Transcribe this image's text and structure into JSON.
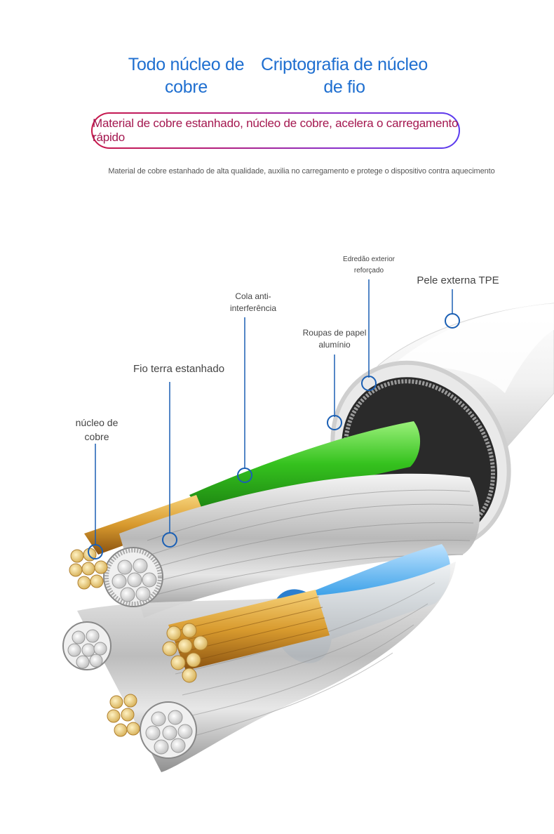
{
  "headings": {
    "left": "Todo núcleo de cobre",
    "right": "Criptografia de núcleo de fio"
  },
  "banner": {
    "text": "Material de cobre estanhado, núcleo de cobre, acelera o carregamento rápido"
  },
  "subtitle": "Material de cobre estanhado de alta qualidade, auxilia no carregamento e protege o dispositivo contra aquecimento",
  "labels": {
    "copper_core": "núcleo de cobre",
    "tinned_ground": "Fio terra estanhado",
    "anti_interference": "Cola anti-interferência",
    "aluminium_foil": "Roupas de papel alumínio",
    "reinforced_braid": "Edredão exterior reforçado",
    "tpe_skin": "Pele externa TPE"
  },
  "colors": {
    "heading_blue": "#1f6fd0",
    "banner_text": "#a4174f",
    "callout_line": "#1a5fb4",
    "green_wire": "#35c21e",
    "blue_wire": "#3aa0e8",
    "copper": "#d89a2e",
    "jacket": "#f2f2f2"
  },
  "icons": {
    "callout_marker": "ring-circle"
  }
}
